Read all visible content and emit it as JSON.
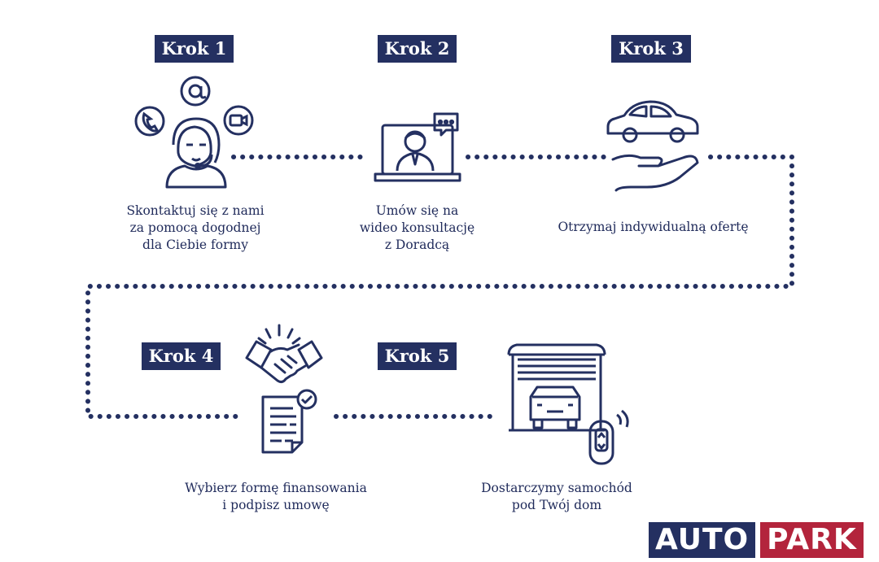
{
  "steps": [
    {
      "badge": "Krok 1",
      "caption": [
        "Skontaktuj się z nami",
        "za pomocą dogodnej",
        "dla Ciebie formy"
      ],
      "icons": [
        "phone-icon",
        "at-sign-icon",
        "video-call-icon",
        "consultant-headset-icon"
      ]
    },
    {
      "badge": "Krok 2",
      "caption": [
        "Umów się na",
        "wideo konsultację",
        "z Doradcą"
      ],
      "icons": [
        "laptop-video-advisor-icon"
      ]
    },
    {
      "badge": "Krok 3",
      "caption": [
        "Otrzymaj indywidualną ofertę"
      ],
      "icons": [
        "car-on-hand-icon"
      ]
    },
    {
      "badge": "Krok 4",
      "caption": [
        "Wybierz formę finansowania",
        "i podpisz umowę"
      ],
      "icons": [
        "handshake-icon",
        "signed-contract-icon"
      ]
    },
    {
      "badge": "Krok 5",
      "caption": [
        "Dostarczymy samochód",
        "pod Twój dom"
      ],
      "icons": [
        "garage-car-icon",
        "car-key-fob-icon"
      ]
    }
  ],
  "logo": {
    "part1": "AUTO",
    "part2": "PARK"
  },
  "colors": {
    "navy": "#243061",
    "red": "#b3243c",
    "text": "#1f2a5a"
  }
}
